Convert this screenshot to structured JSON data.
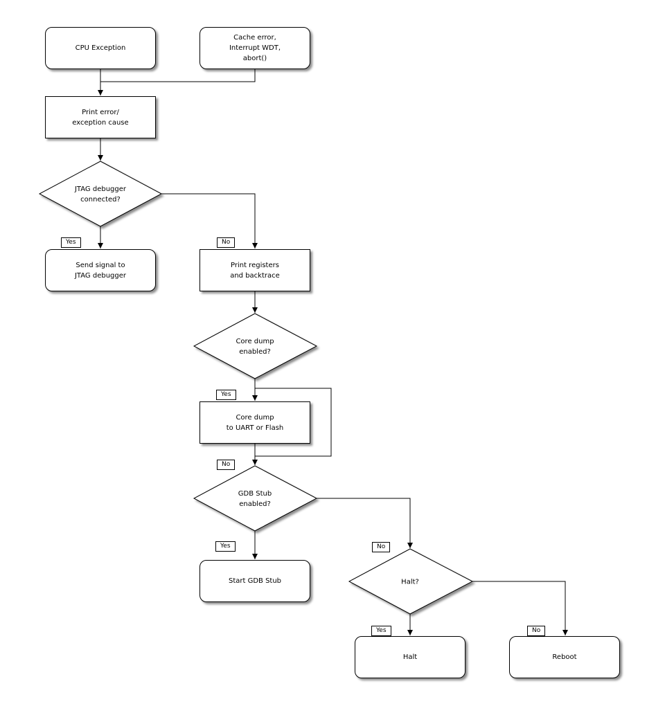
{
  "colors": {
    "background": "#ffffff",
    "line": "#000000",
    "shape_fill": "#ffffff",
    "text": "#000000",
    "shadow": "rgba(0,0,0,0.45)"
  },
  "nodes": {
    "cpu_exception": {
      "label": "CPU Exception",
      "shape": "rounded"
    },
    "cache_error": {
      "label": "Cache error,\nInterrupt WDT,\nabort()",
      "shape": "rounded"
    },
    "print_error": {
      "label": "Print error/\nexception cause",
      "shape": "rect"
    },
    "jtag_connected": {
      "label": "JTAG debugger\nconnected?",
      "shape": "diamond"
    },
    "send_signal": {
      "label": "Send signal to\nJTAG debugger",
      "shape": "rounded"
    },
    "print_registers": {
      "label": "Print registers\nand backtrace",
      "shape": "rect"
    },
    "core_dump_enabled": {
      "label": "Core dump\nenabled?",
      "shape": "diamond"
    },
    "core_dump": {
      "label": "Core dump\nto UART or Flash",
      "shape": "rect"
    },
    "gdb_stub_enabled": {
      "label": "GDB Stub\nenabled?",
      "shape": "diamond"
    },
    "start_gdb_stub": {
      "label": "Start GDB Stub",
      "shape": "rounded"
    },
    "halt_decision": {
      "label": "Halt?",
      "shape": "diamond"
    },
    "halt": {
      "label": "Halt",
      "shape": "rounded"
    },
    "reboot": {
      "label": "Reboot",
      "shape": "rounded"
    }
  },
  "branch_labels": {
    "jtag_yes": "Yes",
    "jtag_no": "No",
    "core_dump_yes": "Yes",
    "core_dump_no": "No",
    "gdb_yes": "Yes",
    "gdb_no": "No",
    "halt_yes": "Yes",
    "halt_no": "No"
  },
  "edges": [
    {
      "from": "cpu_exception",
      "to": "print_error",
      "label": ""
    },
    {
      "from": "cache_error",
      "to": "print_error",
      "label": ""
    },
    {
      "from": "print_error",
      "to": "jtag_connected",
      "label": ""
    },
    {
      "from": "jtag_connected",
      "to": "send_signal",
      "label": "Yes"
    },
    {
      "from": "jtag_connected",
      "to": "print_registers",
      "label": "No"
    },
    {
      "from": "print_registers",
      "to": "core_dump_enabled",
      "label": ""
    },
    {
      "from": "core_dump_enabled",
      "to": "core_dump",
      "label": "Yes"
    },
    {
      "from": "core_dump_enabled",
      "to": "gdb_stub_enabled",
      "label": "No"
    },
    {
      "from": "core_dump",
      "to": "gdb_stub_enabled",
      "label": ""
    },
    {
      "from": "gdb_stub_enabled",
      "to": "start_gdb_stub",
      "label": "Yes"
    },
    {
      "from": "gdb_stub_enabled",
      "to": "halt_decision",
      "label": "No"
    },
    {
      "from": "halt_decision",
      "to": "halt",
      "label": "Yes"
    },
    {
      "from": "halt_decision",
      "to": "reboot",
      "label": "No"
    }
  ]
}
